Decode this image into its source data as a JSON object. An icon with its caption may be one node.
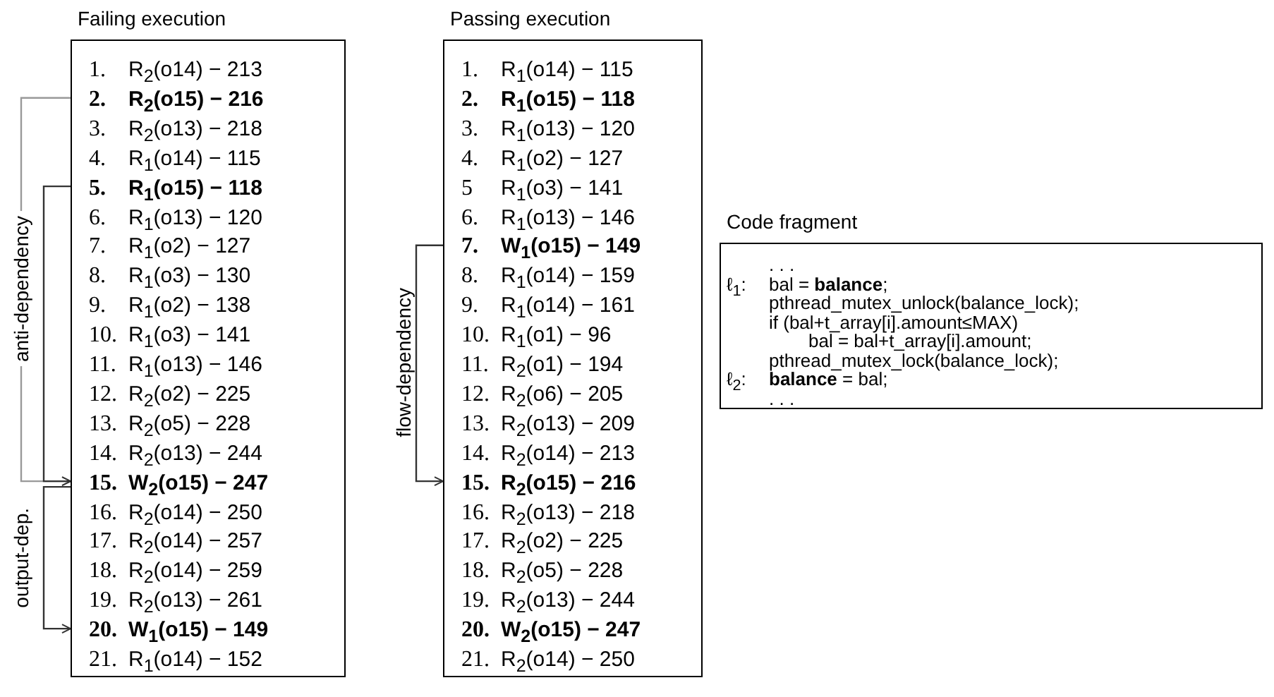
{
  "diagram": {
    "nodes": [
      {
        "text": [
          "Failing execution"
        ]
      },
      {
        "text": [
          "1.",
          "R$_{2}$(o14) − 213"
        ],
        "in": 0
      },
      {
        "text": [
          "2.",
          "R$_{2}$(o15) − 216"
        ],
        "in": 0
      },
      {
        "text": [
          "3.",
          "R$_{2}$(o13) − 218"
        ],
        "in": 0
      },
      {
        "text": [
          "4.",
          "R$_{1}$(o14) − 115"
        ],
        "in": 0
      },
      {
        "text": [
          "5.",
          "R$_{1}$(o15) − 118"
        ],
        "in": 0
      },
      {
        "text": [
          "6.",
          "R$_{1}$(o13) − 120"
        ],
        "in": 0
      },
      {
        "text": [
          "7.",
          "R$_{1}$(o2) − 127"
        ],
        "in": 0
      },
      {
        "text": [
          "8.",
          "R$_{1}$(o3) − 130"
        ],
        "in": 0
      },
      {
        "text": [
          "9.",
          "R$_{1}$(o2) − 138"
        ],
        "in": 0
      },
      {
        "text": [
          "10.",
          "R$_{1}$(o3) − 141"
        ],
        "in": 0
      },
      {
        "text": [
          "11.",
          "R$_{1}$(o13) − 146"
        ],
        "in": 0
      },
      {
        "text": [
          "12.",
          "R$_{2}$(o2) − 225"
        ],
        "in": 0
      },
      {
        "text": [
          "13.",
          "R$_{2}$(o5) − 228"
        ],
        "in": 0
      },
      {
        "text": [
          "14.",
          "R$_{2}$(o13) − 244"
        ],
        "in": 0
      },
      {
        "text": [
          "15.",
          "W$_{2}$(o15) − 247"
        ],
        "in": 0
      },
      {
        "text": [
          "16.",
          "R$_{2}$(o14) − 250"
        ],
        "in": 0
      },
      {
        "text": [
          "17.",
          "R$_{2}$(o14) − 257"
        ],
        "in": 0
      },
      {
        "text": [
          "18.",
          "R$_{2}$(o14) − 259"
        ],
        "in": 0
      },
      {
        "text": [
          "19.",
          "R$_{2}$(o13) − 261"
        ],
        "in": 0
      },
      {
        "text": [
          "20.",
          "W$_{1}$(o15) − 149"
        ],
        "in": 0
      },
      {
        "text": [
          "21.",
          "R$_{1}$(o14) − 152"
        ],
        "in": 0
      },
      {
        "text": [
          "Passing execution"
        ]
      },
      {
        "text": [
          "1.",
          "R$_{1}$(o14) − 115"
        ],
        "in": 22
      },
      {
        "text": [
          "2.",
          "R$_{1}$(o15) − 118"
        ],
        "in": 22
      },
      {
        "text": [
          "3.",
          "R$_{1}$(o13) − 120"
        ],
        "in": 22
      },
      {
        "text": [
          "4.",
          "R$_{1}$(o2) − 127"
        ],
        "in": 22
      },
      {
        "text": [
          "5",
          "R$_{1}$(o3) − 141"
        ],
        "in": 22
      },
      {
        "text": [
          "6.",
          "R$_{1}$(o13) − 146"
        ],
        "in": 22
      },
      {
        "text": [
          "7.",
          "W$_{1}$(o15) − 149"
        ],
        "in": 22
      },
      {
        "text": [
          "8.",
          "R$_{1}$(o14) − 159"
        ],
        "in": 22
      },
      {
        "text": [
          "9.",
          "R$_{1}$(o14) − 161"
        ],
        "in": 22
      },
      {
        "text": [
          "10.",
          "R$_{1}$(o1) − 96"
        ],
        "in": 22
      },
      {
        "text": [
          "11.",
          "R$_{2}$(o1) − 194"
        ],
        "in": 22
      },
      {
        "text": [
          "12.",
          "R$_{2}$(o6) − 205"
        ],
        "in": 22
      },
      {
        "text": [
          "13.",
          "R$_{2}$(o13) − 209"
        ],
        "in": 22
      },
      {
        "text": [
          "14.",
          "R$_{2}$(o14) − 213"
        ],
        "in": 22
      },
      {
        "text": [
          "15.",
          "R$_{2}$(o15) − 216"
        ],
        "in": 22
      },
      {
        "text": [
          "16.",
          "R$_{2}$(o13) − 218"
        ],
        "in": 22
      },
      {
        "text": [
          "17.",
          "R$_{2}$(o2) − 225"
        ],
        "in": 22
      },
      {
        "text": [
          "18.",
          "R$_{2}$(o5) − 228"
        ],
        "in": 22
      },
      {
        "text": [
          "19.",
          "R$_{2}$(o13) − 244"
        ],
        "in": 22
      },
      {
        "text": [
          "20.",
          "W$_{2}$(o15) − 247"
        ],
        "in": 22
      },
      {
        "text": [
          "21.",
          "R$_{2}$(o14) − 250"
        ],
        "in": 22
      },
      {
        "text": [
          "Code fragment",
          ". . .",
          "ℓ$_{1}$:",
          "bal = **balance**;",
          "pthread_mutex_unlock(balance_lock);",
          "if (bal+t_array[i].amount≤MAX)",
          "bal = bal+t_array[i].amount;",
          "pthread_mutex_lock(balance_lock);",
          "ℓ$_{2}$:",
          "**balance** = bal;",
          ". . ."
        ]
      }
    ],
    "edges": [
      {
        "from": 2,
        "to": 15,
        "arrow": "to",
        "label": "anti-dependency",
        "color": "#999999"
      },
      {
        "from": 5,
        "to": 15,
        "arrow": "to"
      },
      {
        "from": 15,
        "to": 20,
        "arrow": "to",
        "label": "output-dep."
      },
      {
        "from": 29,
        "to": 37,
        "arrow": "to",
        "label": "flow-dependency"
      }
    ]
  }
}
